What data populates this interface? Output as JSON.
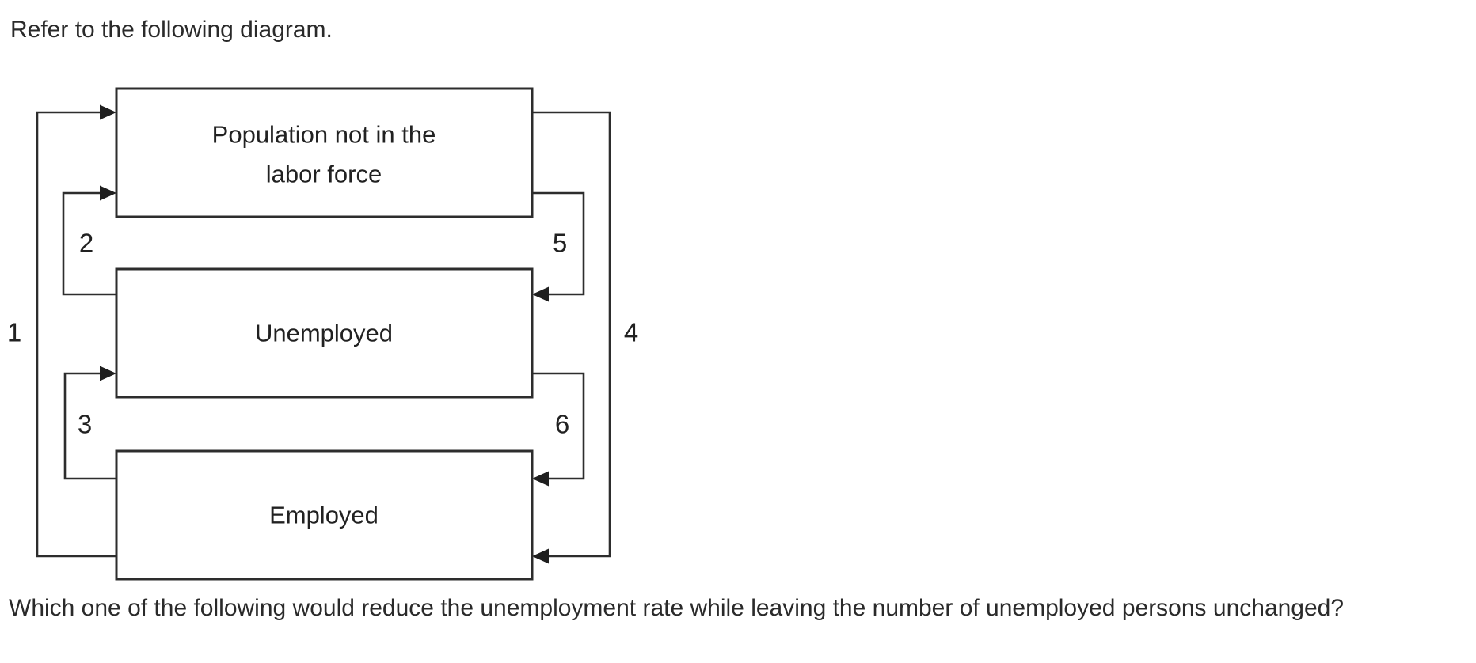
{
  "page": {
    "intro_text": "Refer to the following diagram.",
    "question_text": "Which one of the following would reduce the unemployment rate while leaving the number of unemployed persons unchanged?"
  },
  "diagram": {
    "boxes": [
      {
        "label": "Population not in the labor force",
        "line1": "Population not in the",
        "line2": "labor force"
      },
      {
        "label": "Unemployed"
      },
      {
        "label": "Employed"
      }
    ],
    "flows": [
      {
        "number": "1",
        "from": "Employed",
        "to": "Population not in the labor force"
      },
      {
        "number": "2",
        "from": "Unemployed",
        "to": "Population not in the labor force"
      },
      {
        "number": "3",
        "from": "Employed",
        "to": "Unemployed"
      },
      {
        "number": "4",
        "from": "Population not in the labor force",
        "to": "Employed"
      },
      {
        "number": "5",
        "from": "Population not in the labor force",
        "to": "Unemployed"
      },
      {
        "number": "6",
        "from": "Unemployed",
        "to": "Employed"
      }
    ],
    "colors": {
      "stroke": "#2d2d2d",
      "text": "#212121",
      "background": "#ffffff"
    }
  }
}
